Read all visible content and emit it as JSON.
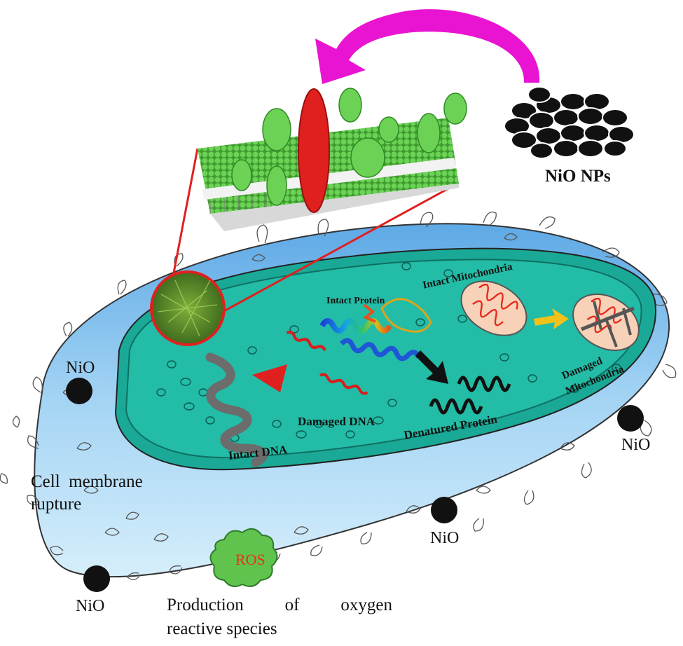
{
  "labels": {
    "nio_nps": "NiO NPs",
    "nio": "NiO",
    "cell_membrane_word1": "Cell",
    "cell_membrane_word2": "membrane",
    "rupture": "rupture",
    "ros": "ROS",
    "production_word1": "Production",
    "production_word2": "of",
    "production_word3": "oxygen",
    "reactive_species": "reactive species",
    "intact_dna": "Intact DNA",
    "damaged_dna": "Damaged DNA",
    "intact_protein": "Intact Protein",
    "denatured_protein": "Denatured Protein",
    "intact_mitochondria": "Intact Mitochondria",
    "damaged_mitochondria_line1": "Damaged",
    "damaged_mitochondria_line2": "Mitochondria"
  },
  "colors": {
    "outer_cell": "#a9dcf2",
    "inner_cytoplasm": "#1fb7a2",
    "membrane_green": "#5cc94a",
    "channel_red": "#e0201f",
    "uptake_arrow": "#e814d2",
    "nanoparticle": "#111111",
    "mitochondria_body": "#f7d2b8",
    "mitochondria_cristae": "#e52a1e",
    "damage_arrow_yellow": "#f2c21a",
    "ros_cloud": "#5fc34d"
  },
  "icons": [
    "curved-uptake-arrow-icon",
    "nanoparticle-cluster-icon",
    "membrane-bilayer-icon",
    "zoom-circle-icon"
  ]
}
